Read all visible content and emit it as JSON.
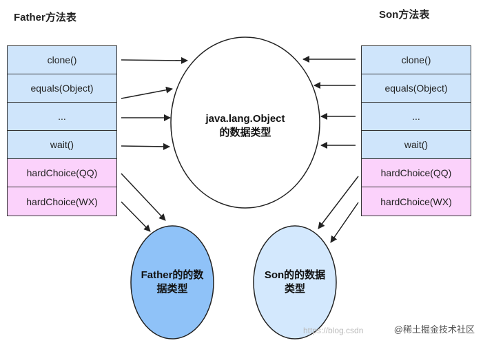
{
  "father": {
    "title": "Father方法表",
    "methods": [
      {
        "label": "clone()"
      },
      {
        "label": "equals(Object)"
      },
      {
        "label": "..."
      },
      {
        "label": "wait()"
      },
      {
        "label": "hardChoice(QQ)"
      },
      {
        "label": "hardChoice(WX)"
      }
    ]
  },
  "son": {
    "title": "Son方法表",
    "methods": [
      {
        "label": "clone()"
      },
      {
        "label": "equals(Object)"
      },
      {
        "label": "..."
      },
      {
        "label": "wait()"
      },
      {
        "label": "hardChoice(QQ)"
      },
      {
        "label": "hardChoice(WX)"
      }
    ]
  },
  "object_node": {
    "line1": "java.lang.Object",
    "line2": "的数据类型"
  },
  "father_node": {
    "line1": "Father的的数",
    "line2": "据类型"
  },
  "son_node": {
    "line1": "Son的的数据",
    "line2": "类型"
  },
  "watermark": {
    "text": "@稀土掘金技术社区",
    "faint": "https://blog.csdn"
  },
  "colors": {
    "inherited_cell": "#cfe5fb",
    "own_cell": "#fbd2fb",
    "father_node": "#8fc2f8",
    "son_node": "#d3e8fd"
  }
}
